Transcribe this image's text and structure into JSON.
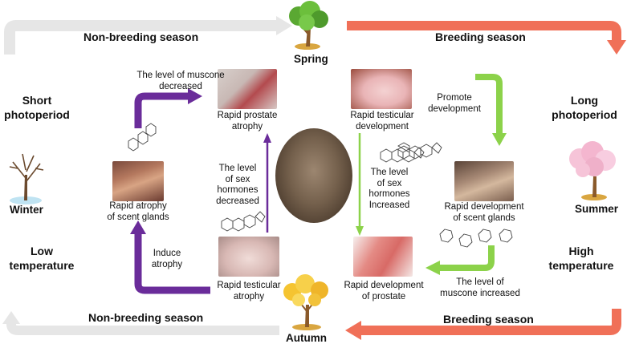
{
  "bands": {
    "top_left": "Non-breeding season",
    "top_right": "Breeding season",
    "bottom_left": "Non-breeding season",
    "bottom_right": "Breeding season"
  },
  "seasons": {
    "spring": "Spring",
    "summer": "Summer",
    "autumn": "Autumn",
    "winter": "Winter"
  },
  "climate": {
    "short_photoperiod": "Short\nphotoperiod",
    "long_photoperiod": "Long\nphotoperiod",
    "low_temperature": "Low\ntemperature",
    "high_temperature": "High\ntemperature"
  },
  "cycle": {
    "muscone_decreased": "The level of muscone\ndecreased",
    "prostate_atrophy": "Rapid prostate\natrophy",
    "testicular_development": "Rapid testicular\ndevelopment",
    "promote_development": "Promote\ndevelopment",
    "sex_hormones_decreased": "The level\nof sex\nhormones\ndecreased",
    "sex_hormones_increased": "The level\nof sex\nhormones\nIncreased",
    "scent_gland_atrophy": "Rapid atrophy\nof scent glands",
    "scent_gland_development": "Rapid development\nof scent glands",
    "induce_atrophy": "Induce\natrophy",
    "testicular_atrophy": "Rapid testicular\natrophy",
    "prostate_development": "Rapid development\nof prostate",
    "muscone_increased": "The level of\nmuscone increased"
  },
  "colors": {
    "grey_arrow": "#e8e8e8",
    "red_arrow": "#f07058",
    "purple_arrow": "#6a2c9a",
    "green_arrow": "#8cd24a"
  }
}
